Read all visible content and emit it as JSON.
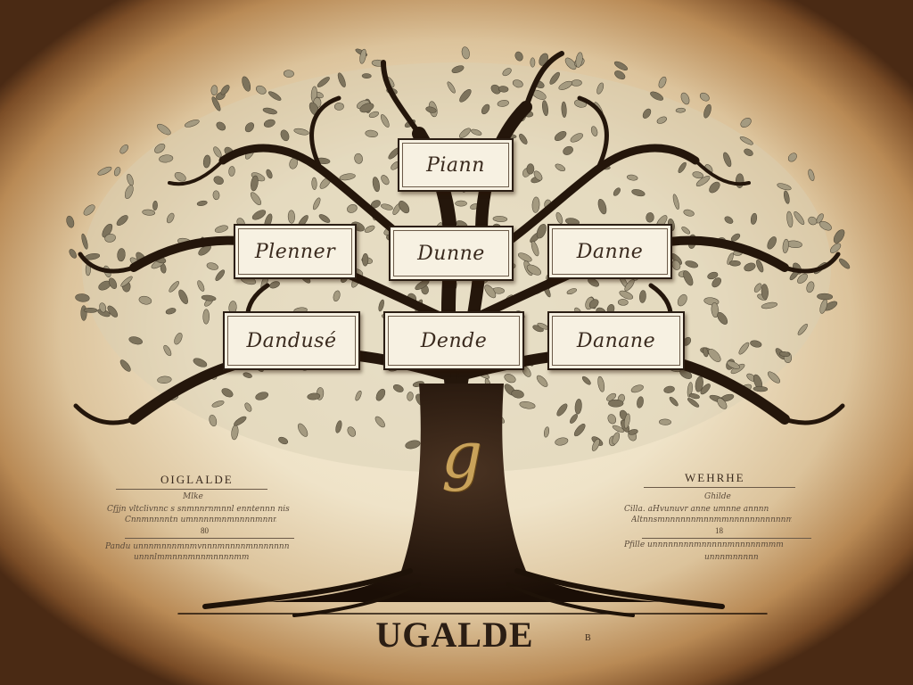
{
  "title": "UGALDE",
  "corner_mark": "B",
  "monogram": "g",
  "boxes": {
    "top": "Piann",
    "row1_left": "Plenner",
    "row1_center": "Dunne",
    "row1_right": "Danne",
    "row2_left": "Dandusé",
    "row2_center": "Dende",
    "row2_right": "Danane"
  },
  "left_panel": {
    "heading": "OIGLALDE",
    "sub": "Mlke",
    "line1": "Cfjjn vltclivnnc s snmnnrnmnnl enntennn nis",
    "line2": "Cnnmnnnntn umnnnnmnmnnnnmnnmnd",
    "number": "80",
    "line3": "Pandu  unnnmnnnmnmvnnnmnnnnmnnnnnnn",
    "line4": "unnnlmmnnnmnnmnnnnmmnn"
  },
  "right_panel": {
    "heading": "WEHRHE",
    "sub": "Ghilde",
    "line1": "Cilla. aHvunuvr anne umnne annnn",
    "line2": "Altnnsmnnnnnnmnnmmnnnnnnnnnnnm",
    "number": "18",
    "line3": "Pfille unnnnnnnnmnnnnnmnnnnnmmm",
    "line4": "unnnmnnnnn"
  },
  "colors": {
    "ink": "#2b1e14",
    "trunk": "#2a1a0e",
    "leaf": "#8a8068",
    "gold": "#c9a25a",
    "paper": "#f4ebd6"
  }
}
